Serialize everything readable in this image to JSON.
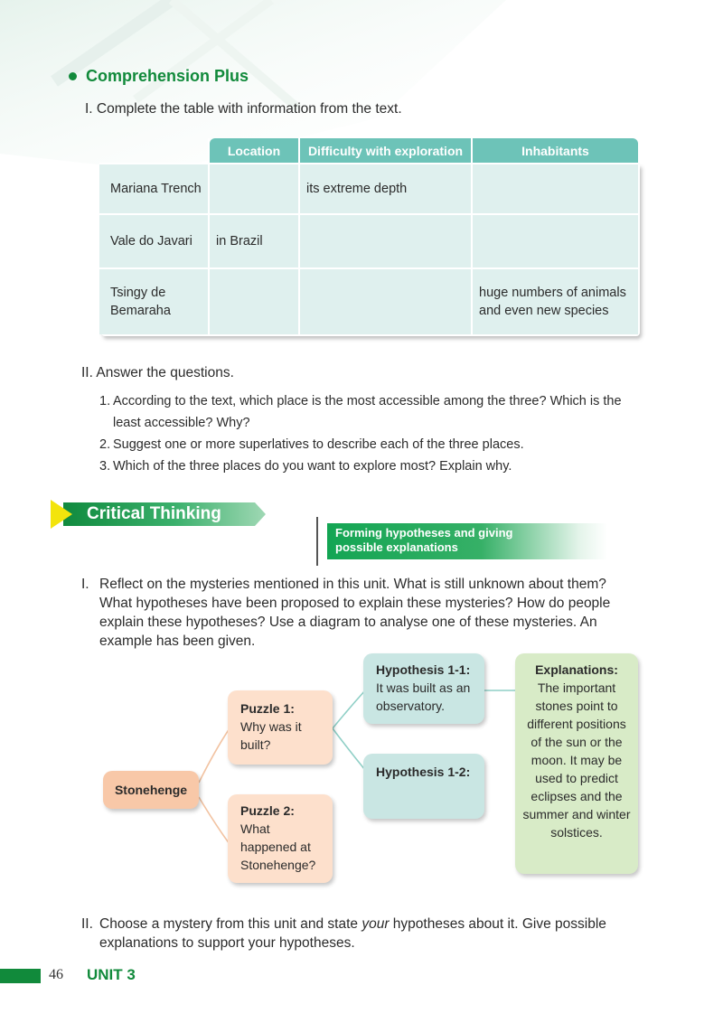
{
  "comprehension": {
    "title": "Comprehension Plus",
    "task1": "I. Complete the table with information from the text.",
    "table": {
      "headers": [
        "Location",
        "Difficulty with exploration",
        "Inhabitants"
      ],
      "rows": [
        [
          "Mariana Trench",
          "",
          "its extreme depth",
          ""
        ],
        [
          "Vale do Javari",
          "in Brazil",
          "",
          ""
        ],
        [
          "Tsingy de Bemaraha",
          "",
          "",
          "huge numbers of animals and even new species"
        ]
      ]
    },
    "task2": "II. Answer the questions.",
    "questions": [
      {
        "num": "1.",
        "text": "According to the text, which place is the most accessible among the three? Which is the least accessible? Why?"
      },
      {
        "num": "2.",
        "text": "Suggest one or more superlatives to describe each of the three places."
      },
      {
        "num": "3.",
        "text": "Which of the three places do you want to explore most? Explain why."
      }
    ]
  },
  "critical": {
    "title": "Critical Thinking",
    "skill_line1": "Forming hypotheses and giving",
    "skill_line2": "possible explanations",
    "task1_num": "I.",
    "task1": "Reflect on the mysteries mentioned in this unit. What is still unknown about them? What hypotheses have been proposed to explain these mysteries? How do people explain these hypotheses? Use a diagram to analyse one of these mysteries. An example has been given.",
    "diagram": {
      "root": "Stonehenge",
      "puzzle1_title": "Puzzle 1:",
      "puzzle1_text": "Why was it built?",
      "puzzle2_title": "Puzzle 2:",
      "puzzle2_text": "What happened at Stonehenge?",
      "hyp1_title": "Hypothesis 1-1:",
      "hyp1_text": "It was built as an observatory.",
      "hyp2_title": "Hypothesis 1-2:",
      "exp_title": "Explanations:",
      "exp_text": "The important stones point to different positions of the sun or the moon. It may be used to predict eclipses and the summer and winter solstices."
    },
    "task2_num": "II.",
    "task2_pre": "Choose a mystery from this unit and state ",
    "task2_em": "your",
    "task2_post": " hypotheses about it. Give possible explanations to support your hypotheses."
  },
  "footer": {
    "page": "46",
    "unit": "UNIT 3"
  },
  "colors": {
    "green": "#118a3b",
    "teal_header": "#6dc3b8",
    "teal_cell": "#dff0ee",
    "peach": "#f8c8a8",
    "mint": "#c9e6e3",
    "sage": "#d8ebc7"
  }
}
